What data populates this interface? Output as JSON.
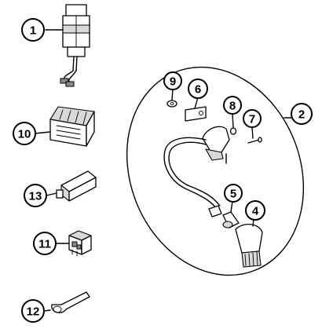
{
  "diagram": {
    "callouts": [
      {
        "id": "c1",
        "label": "1"
      },
      {
        "id": "c2",
        "label": "2"
      },
      {
        "id": "c4",
        "label": "4"
      },
      {
        "id": "c5",
        "label": "5"
      },
      {
        "id": "c6",
        "label": "6"
      },
      {
        "id": "c7",
        "label": "7"
      },
      {
        "id": "c8",
        "label": "8"
      },
      {
        "id": "c9",
        "label": "9"
      },
      {
        "id": "c10",
        "label": "10"
      },
      {
        "id": "c11",
        "label": "11"
      },
      {
        "id": "c12",
        "label": "12"
      },
      {
        "id": "c13",
        "label": "13"
      }
    ]
  }
}
